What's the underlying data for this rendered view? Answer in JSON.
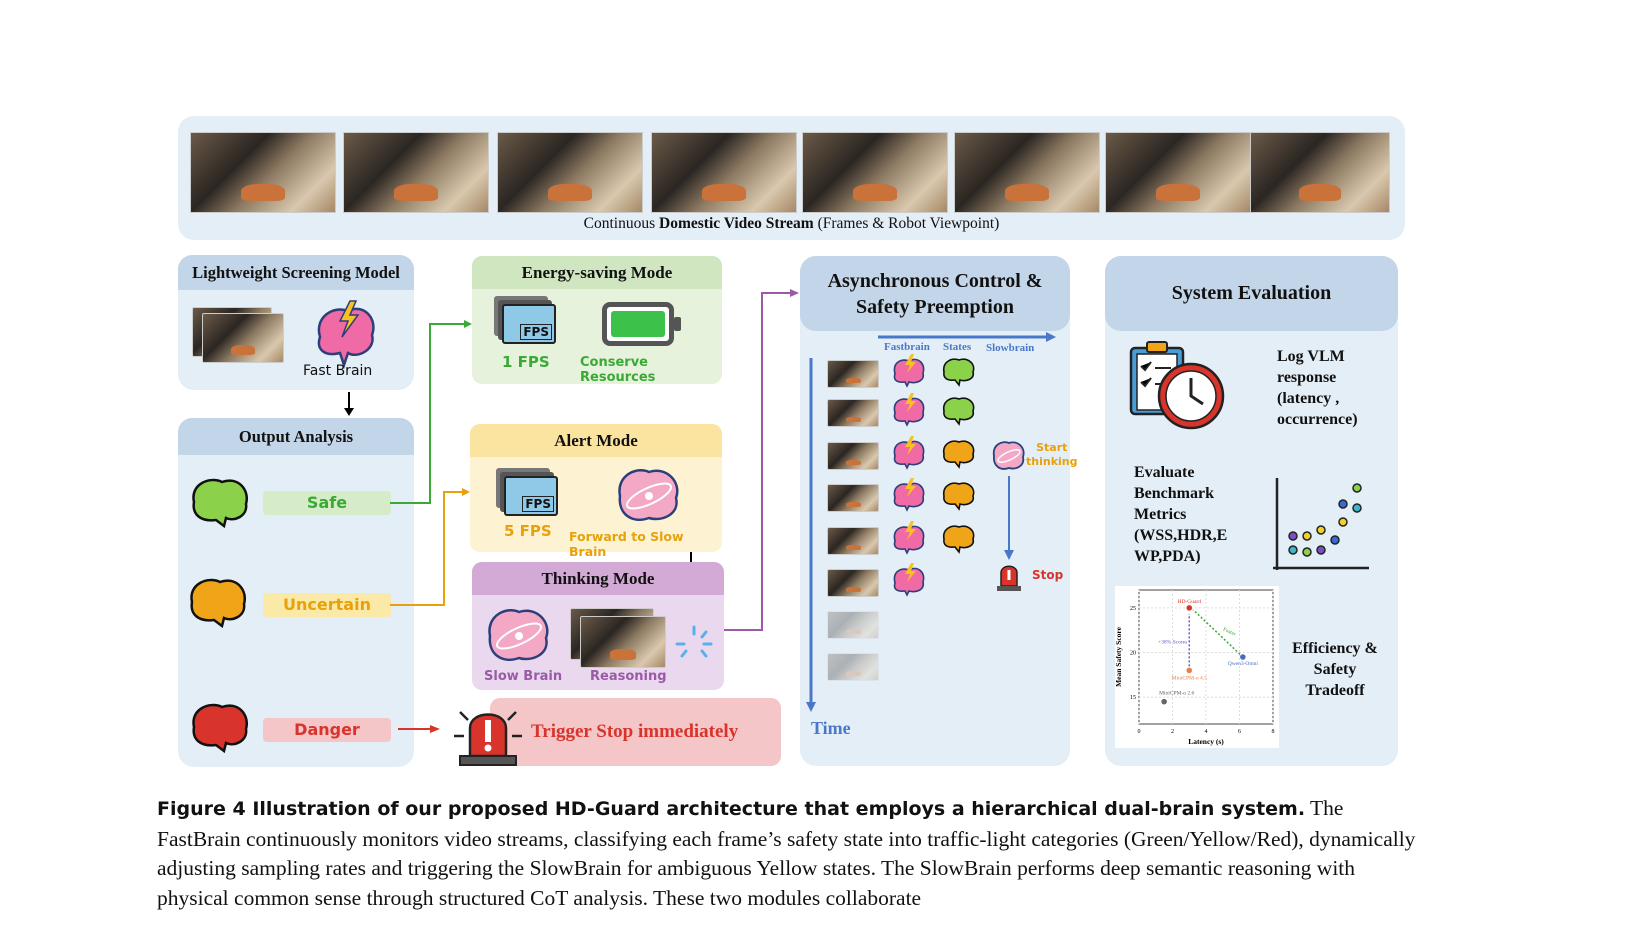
{
  "stream": {
    "caption_pre": "Continuous ",
    "caption_bold": "Domestic Video Stream",
    "caption_post": " (Frames & Robot Viewpoint)",
    "frames": 8
  },
  "screening": {
    "title": "Lightweight Screening Model",
    "fast_brain": "Fast Brain"
  },
  "output": {
    "title": "Output Analysis",
    "safe": "Safe",
    "uncertain": "Uncertain",
    "danger": "Danger"
  },
  "energy": {
    "title": "Energy-saving Mode",
    "fps_icon": "FPS",
    "fps": "1 FPS",
    "conserve": "Conserve Resources"
  },
  "alert": {
    "title": "Alert Mode",
    "fps_icon": "FPS",
    "fps": "5 FPS",
    "forward": "Forward to Slow Brain"
  },
  "thinking": {
    "title": "Thinking Mode",
    "slow_brain": "Slow Brain",
    "reasoning": "Reasoning"
  },
  "trigger": {
    "label": "Trigger Stop immediately"
  },
  "async": {
    "title_l1": "Asynchronous Control &",
    "title_l2": "Safety Preemption",
    "col_fast": "Fastbrain",
    "col_states": "States",
    "col_slow": "Slowbrain",
    "start_l1": "Start",
    "start_l2": "thinking",
    "stop": "Stop",
    "time": "Time",
    "states": [
      "green",
      "green",
      "yellow",
      "yellow",
      "yellow",
      "none"
    ]
  },
  "evaluation": {
    "title": "System Evaluation",
    "log_l1": "Log VLM",
    "log_l2": "response",
    "log_l3": "(latency ,",
    "log_l4": "occurrence)",
    "bench_l1": "Evaluate",
    "bench_l2": "Benchmark",
    "bench_l3": "Metrics",
    "bench_l4": "(WSS,HDR,E",
    "bench_l5": "WP,PDA)",
    "eff_l1": "Efficiency &",
    "eff_l2": "Safety",
    "eff_l3": "Tradeoff"
  },
  "chart_data": {
    "type": "scatter",
    "xlabel": "Latency (s)",
    "ylabel": "Mean Safety Score",
    "xlim": [
      0,
      8
    ],
    "ylim": [
      12,
      27
    ],
    "xticks": [
      "0",
      "2",
      "4",
      "6",
      "8"
    ],
    "yticks": [
      "15",
      "20",
      "25"
    ],
    "grid": true,
    "points": [
      {
        "name": "HD-Guard",
        "x": 3,
        "y": 25,
        "color": "#d9342b"
      },
      {
        "name": "MiniCPM-o 4.5",
        "x": 3,
        "y": 18,
        "color": "#e8804a"
      },
      {
        "name": "MiniCPM-o 2.6",
        "x": 1.5,
        "y": 14.5,
        "color": "#666666"
      },
      {
        "name": "Qwen3-Omni",
        "x": 6.2,
        "y": 19.5,
        "color": "#4a6fb8"
      }
    ],
    "annotations": [
      "+38% Scores",
      "Faster"
    ]
  },
  "caption": {
    "label": "Figure 4  Illustration of our proposed HD-Guard architecture that employs a hierarchical dual-brain system.",
    "text": " The FastBrain continuously monitors video streams, classifying each frame’s safety state into traffic-light categories (Green/Yellow/Red), dynamically adjusting sampling rates and triggering the SlowBrain for ambiguous Yellow states. The SlowBrain performs deep semantic reasoning with physical common sense through structured CoT analysis. These two modules collaborate"
  },
  "colors": {
    "green": "#3aaa35",
    "yellow": "#e8a10c",
    "red": "#d9342b",
    "blue": "#4a78c8",
    "purple": "#9b59a8"
  }
}
